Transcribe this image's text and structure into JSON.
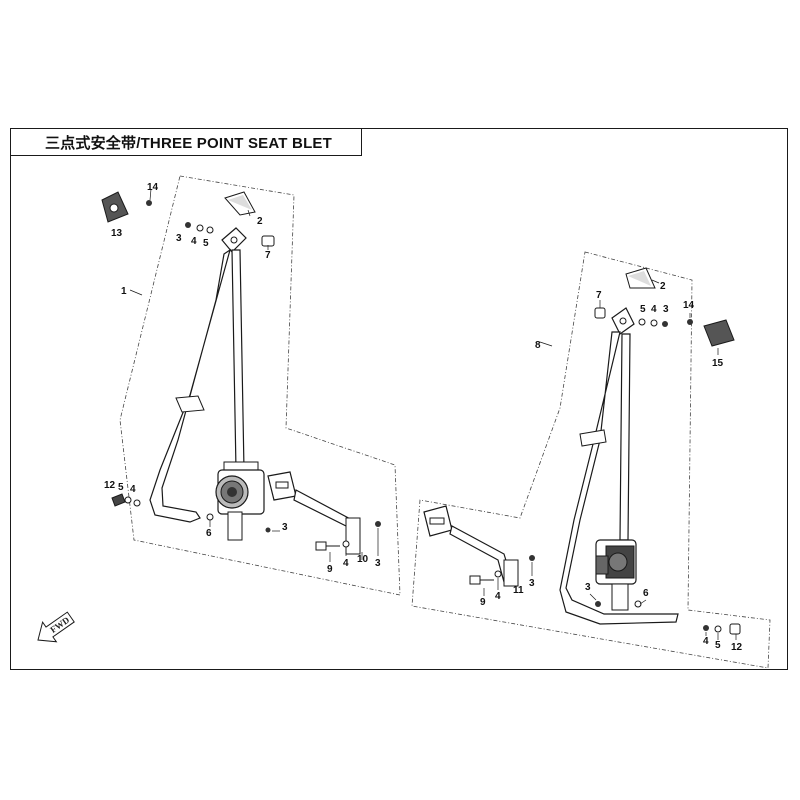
{
  "title": "三点式安全带/THREE POINT SEAT BLET",
  "fwd_label": "FWD",
  "colors": {
    "line": "#1a1a1a",
    "fill": "#ffffff",
    "shade": "#c8c8c8",
    "dark": "#4a4a4a"
  },
  "left_assembly_callouts": [
    "1",
    "2",
    "3",
    "4",
    "5",
    "7",
    "13",
    "14",
    "12",
    "5",
    "4",
    "6",
    "3",
    "9",
    "4",
    "10",
    "3"
  ],
  "right_assembly_callouts": [
    "8",
    "2",
    "7",
    "5",
    "4",
    "3",
    "14",
    "15",
    "3",
    "6",
    "9",
    "4",
    "11",
    "3",
    "4",
    "5",
    "12"
  ],
  "icons": [
    "fwd-arrow-icon"
  ]
}
